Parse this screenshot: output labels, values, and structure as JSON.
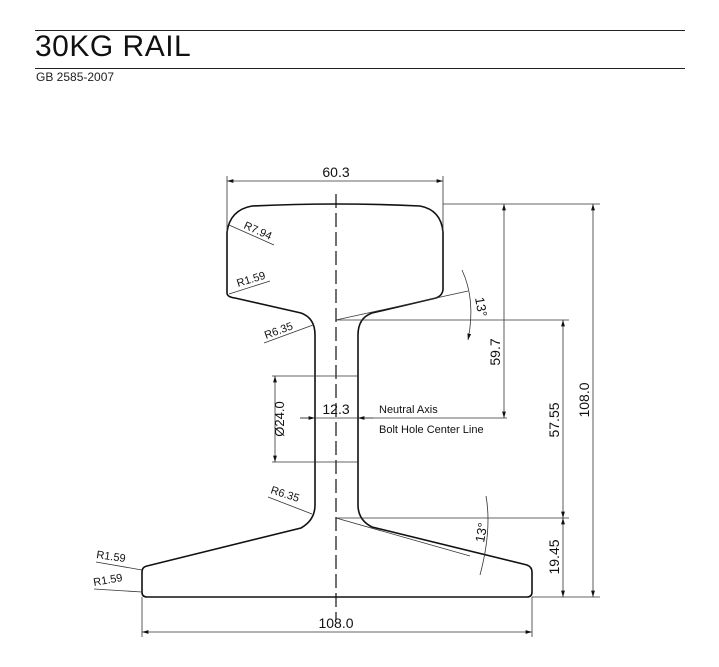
{
  "header": {
    "title": "30KG RAIL",
    "standard": "GB 2585-2007"
  },
  "dimensions": {
    "head_width": "60.3",
    "base_width": "108.0",
    "height": "108.0",
    "head_to_neutral": "59.7",
    "neutral_to_base_fillet": "57.55",
    "base_height": "19.45",
    "bolt_hole_dia": "Ø24.0",
    "web_thickness": "12.3",
    "radius_head_top": "R7.94",
    "radius_head_bottom": "R1.59",
    "radius_web_top": "R6.35",
    "radius_web_bottom": "R6.35",
    "radius_base_top": "R1.59",
    "radius_base_bottom": "R1.59",
    "angle_head": "13°",
    "angle_base": "13°"
  },
  "labels": {
    "neutral_axis": "Neutral Axis",
    "bolt_hole_center": "Bolt Hole Center Line"
  }
}
